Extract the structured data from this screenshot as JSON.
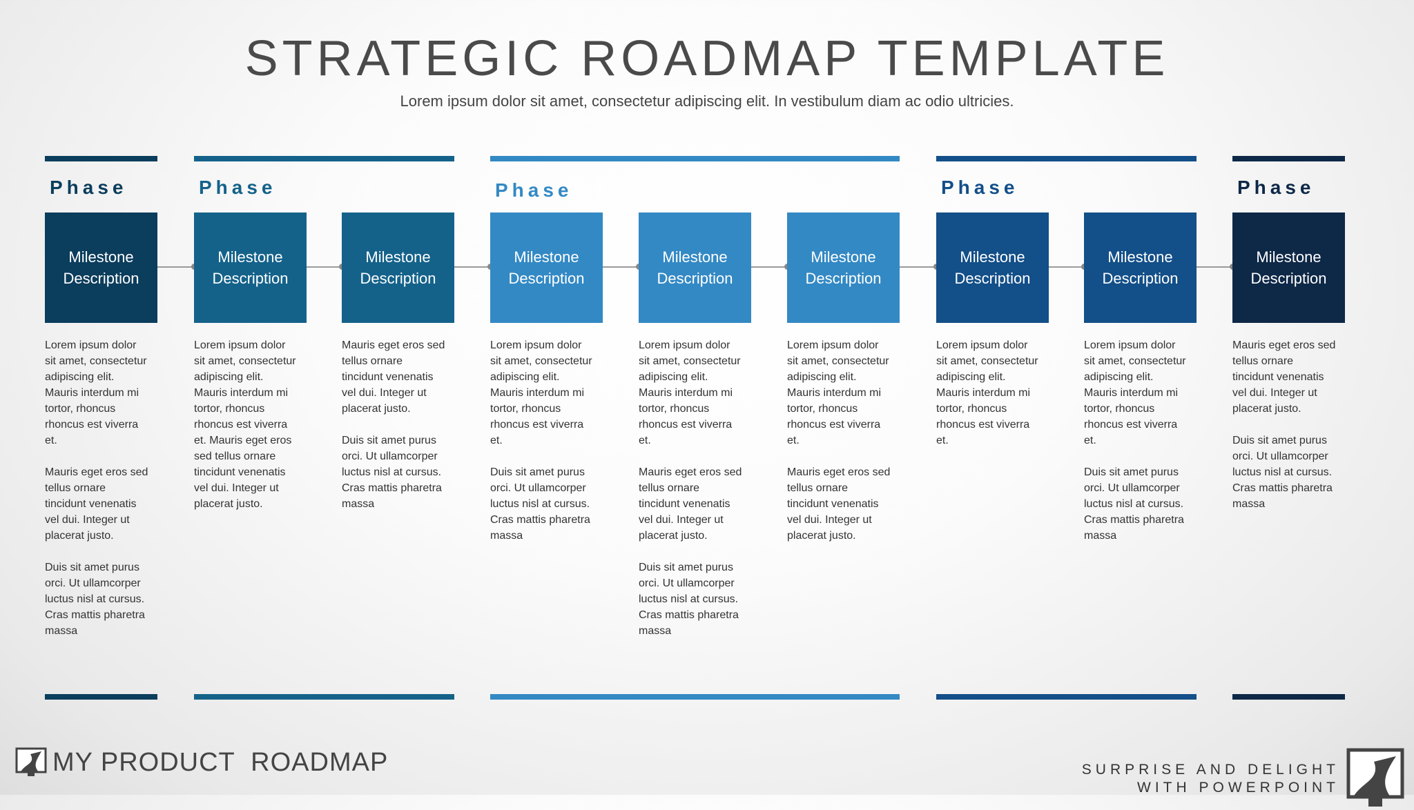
{
  "header": {
    "title": "STRATEGIC ROADMAP TEMPLATE",
    "subtitle": "Lorem ipsum dolor sit amet, consectetur adipiscing elit. In vestibulum diam ac odio ultricies."
  },
  "phases": [
    {
      "label": "Phase",
      "color": "#0b3d5c"
    },
    {
      "label": "Phase",
      "color": "#14628a"
    },
    {
      "label": "Phase",
      "color": "#3389c4"
    },
    {
      "label": "Phase",
      "color": "#134f88"
    },
    {
      "label": "Phase",
      "color": "#0e2847"
    }
  ],
  "milestones": [
    {
      "label": "Milestone\nDescription",
      "phase": 0,
      "paragraphs": [
        "Lorem ipsum dolor\nsit amet, consectetur\nadipiscing elit.\nMauris interdum mi\ntortor, rhoncus\nrhoncus est viverra\net.",
        "Mauris eget eros sed\ntellus ornare\ntincidunt venenatis\nvel dui. Integer ut\nplacerat justo.",
        "Duis sit amet purus\norci. Ut ullamcorper\nluctus nisl at cursus.\nCras mattis pharetra\nmassa"
      ]
    },
    {
      "label": "Milestone\nDescription",
      "phase": 1,
      "paragraphs": [
        "Lorem ipsum dolor\nsit amet, consectetur\nadipiscing elit.\nMauris interdum mi\ntortor, rhoncus\nrhoncus est viverra\net. Mauris eget eros\nsed tellus ornare\ntincidunt venenatis\nvel dui. Integer ut\nplacerat justo."
      ]
    },
    {
      "label": "Milestone\nDescription",
      "phase": 1,
      "paragraphs": [
        "Mauris eget eros sed\ntellus ornare\ntincidunt venenatis\nvel dui. Integer ut\nplacerat justo.",
        "Duis sit amet purus\norci. Ut ullamcorper\nluctus nisl at cursus.\nCras mattis pharetra\nmassa"
      ]
    },
    {
      "label": "Milestone\nDescription",
      "phase": 2,
      "paragraphs": [
        "Lorem ipsum dolor\nsit amet, consectetur\nadipiscing elit.\nMauris interdum mi\ntortor, rhoncus\nrhoncus est viverra\net.",
        "Duis sit amet purus\norci. Ut ullamcorper\nluctus nisl at cursus.\nCras mattis pharetra\nmassa"
      ]
    },
    {
      "label": "Milestone\nDescription",
      "phase": 2,
      "paragraphs": [
        "Lorem ipsum dolor\nsit amet, consectetur\nadipiscing elit.\nMauris interdum mi\ntortor, rhoncus\nrhoncus est viverra\net.",
        "Mauris eget eros sed\ntellus ornare\ntincidunt venenatis\nvel dui. Integer ut\nplacerat justo.",
        "Duis sit amet purus\norci. Ut ullamcorper\nluctus nisl at cursus.\nCras mattis pharetra\nmassa"
      ]
    },
    {
      "label": "Milestone\nDescription",
      "phase": 2,
      "paragraphs": [
        "Lorem ipsum dolor\nsit amet, consectetur\nadipiscing elit.\nMauris interdum mi\ntortor, rhoncus\nrhoncus est viverra\net.",
        "Mauris eget eros sed\ntellus ornare\ntincidunt venenatis\nvel dui. Integer ut\nplacerat justo."
      ]
    },
    {
      "label": "Milestone\nDescription",
      "phase": 3,
      "paragraphs": [
        "Lorem ipsum dolor\nsit amet, consectetur\nadipiscing elit.\nMauris interdum mi\ntortor, rhoncus\nrhoncus est viverra\net."
      ]
    },
    {
      "label": "Milestone\nDescription",
      "phase": 3,
      "paragraphs": [
        "Lorem ipsum dolor\nsit amet, consectetur\nadipiscing elit.\nMauris interdum mi\ntortor, rhoncus\nrhoncus est viverra\net.",
        "Duis sit amet purus\norci. Ut ullamcorper\nluctus nisl at cursus.\nCras mattis pharetra\nmassa"
      ]
    },
    {
      "label": "Milestone\nDescription",
      "phase": 4,
      "paragraphs": [
        "Mauris eget eros sed\ntellus ornare\ntincidunt venenatis\nvel dui. Integer ut\nplacerat justo.",
        "Duis sit amet purus\norci. Ut ullamcorper\nluctus nisl at cursus.\nCras mattis pharetra\nmassa"
      ]
    }
  ],
  "footer": {
    "brand": "MY PRODUCT  ROADMAP",
    "tagline_line1": "SURPRISE AND DELIGHT",
    "tagline_line2": "WITH POWERPOINT",
    "logo_icon": "road-icon"
  }
}
